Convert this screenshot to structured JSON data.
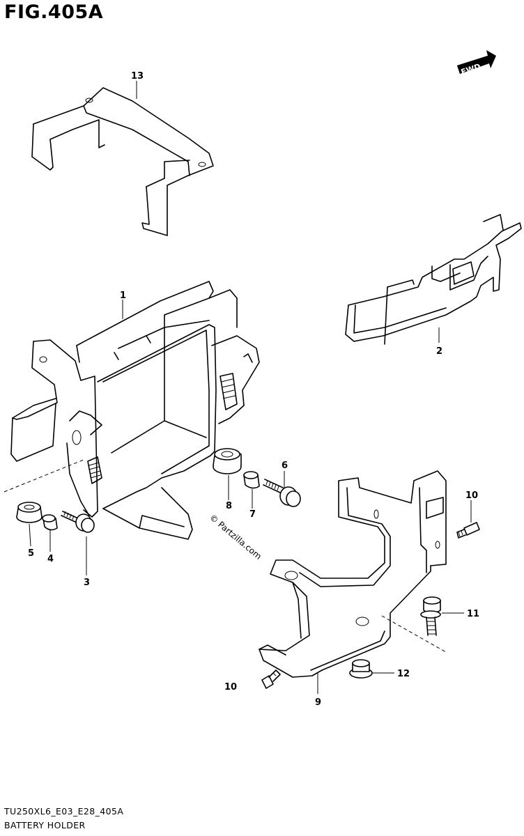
{
  "figure": {
    "title": "FIG.405A",
    "code": "TU250XL6_E03_E28_405A",
    "name": "BATTERY HOLDER",
    "watermark": "© Partzilla.com",
    "fwd_label": "FWD"
  },
  "callouts": {
    "p1": "1",
    "p2": "2",
    "p3": "3",
    "p4": "4",
    "p5": "5",
    "p6": "6",
    "p7": "7",
    "p8": "8",
    "p9": "9",
    "p10a": "10",
    "p10b": "10",
    "p11": "11",
    "p12": "12",
    "p13": "13"
  }
}
